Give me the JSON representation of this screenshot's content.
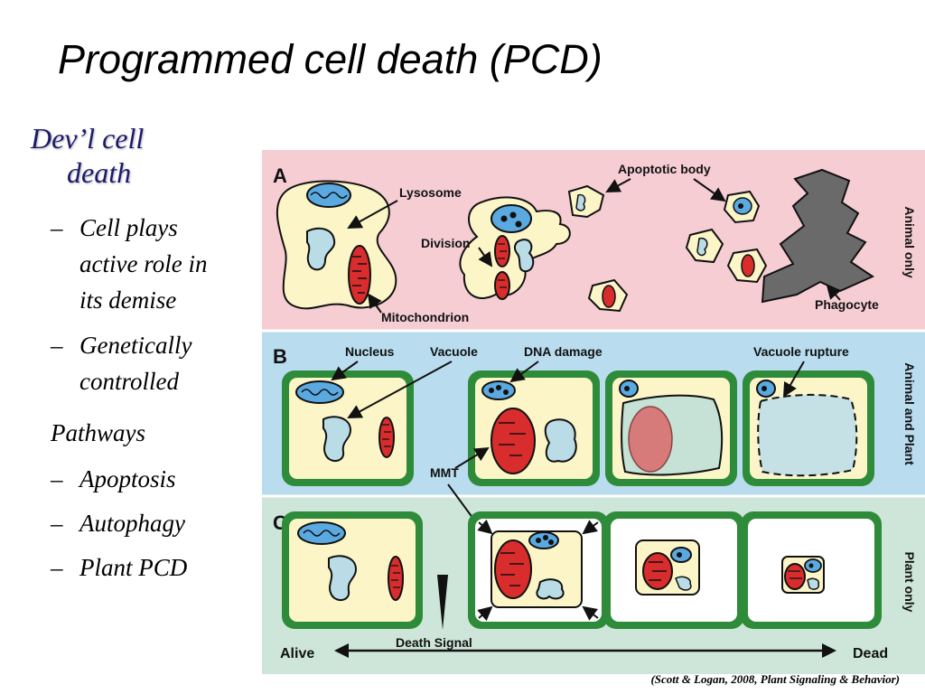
{
  "slide": {
    "title": "Programmed cell death (PCD)",
    "heading_line1": "Dev’l cell",
    "heading_line2": "death",
    "bullets1": [
      {
        "dash": "–",
        "line1": "Cell plays",
        "line2": "active role in",
        "line3": "its demise"
      },
      {
        "dash": "–",
        "line1": "Genetically",
        "line2": "controlled"
      }
    ],
    "pathways_label": "Pathways",
    "bullets2": [
      {
        "dash": "–",
        "text": "Apoptosis"
      },
      {
        "dash": "–",
        "text": "Autophagy"
      },
      {
        "dash": "–",
        "text": "Plant PCD"
      }
    ],
    "citation": "(Scott & Logan, 2008, Plant Signaling & Behavior)"
  },
  "figure": {
    "panels": [
      {
        "letter": "A",
        "side_label": "Animal only",
        "color": "#f5cdd3"
      },
      {
        "letter": "B",
        "side_label": "Animal and Plant",
        "color": "#b9dcee"
      },
      {
        "letter": "C",
        "side_label": "Plant only",
        "color": "#cde6d9"
      }
    ],
    "labels": {
      "lysosome": "Lysosome",
      "division": "Division",
      "mitochondrion": "Mitochondrion",
      "apoptotic_body": "Apoptotic body",
      "phagocyte": "Phagocyte",
      "nucleus": "Nucleus",
      "vacuole": "Vacuole",
      "dna_damage": "DNA damage",
      "vacuole_rupture": "Vacuole rupture",
      "mmt": "MMT",
      "death_signal": "Death Signal",
      "alive": "Alive",
      "dead": "Dead"
    },
    "colors": {
      "cell_fill": "#fbf5c8",
      "cell_wall": "#2e8b3a",
      "mitochondrion": "#d92c2c",
      "vacuole": "#b9dce6",
      "nucleus": "#5aa9e0",
      "phagocyte": "#6a6a6a"
    }
  }
}
